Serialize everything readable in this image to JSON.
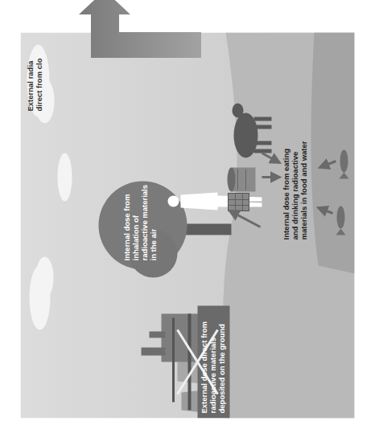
{
  "diagram": {
    "labels": [
      "External radia direct from clo",
      "Internal dose from inhalation of radioactive materials in the air",
      "External dose direct from radioactive materials deposited on the ground",
      "Internal dose from eating and drinking radioactive materials in food and water"
    ]
  }
}
